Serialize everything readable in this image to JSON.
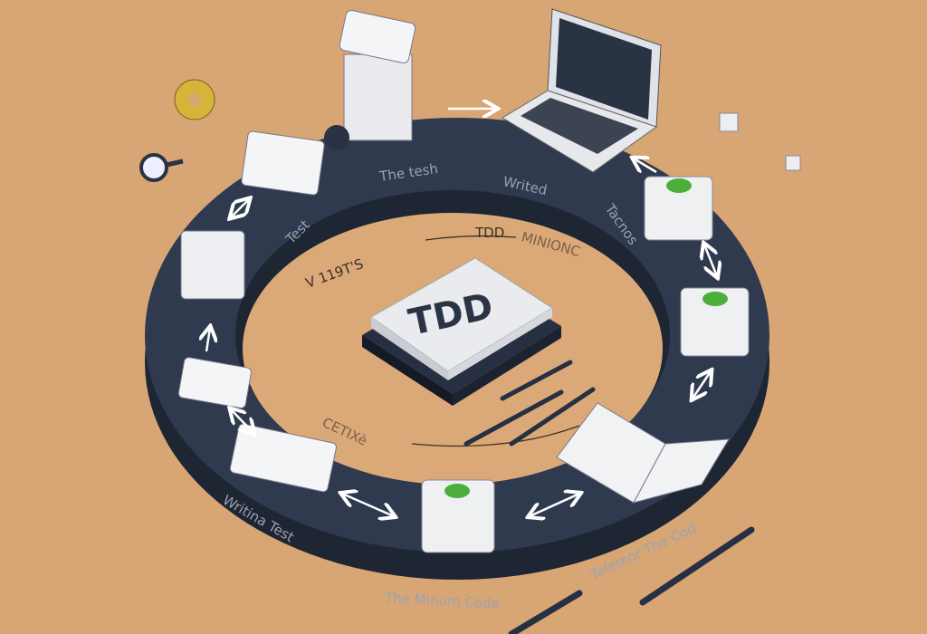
{
  "scene": {
    "center_title": "TDD",
    "inner_texts": [
      "TDD",
      "MINIONC",
      "V 119T'S",
      "CETIXè"
    ],
    "ring_labels": [
      "The tesh",
      "Writed",
      "Test",
      "Tacnos",
      "Writina Test",
      "The Minum Code",
      "Tefemor The Cod"
    ],
    "icons": [
      "laptop-icon",
      "stacked-cards-icon",
      "gear-icon",
      "magnifier-icon",
      "leaf-cube-icon",
      "open-book-icon",
      "notebook-icon",
      "pen-icon",
      "double-arrow-icon"
    ]
  },
  "colors": {
    "background": "#d8a575",
    "ring_top": "#2f3a4f",
    "ring_side": "#1e2533",
    "card": "#f2f3f5",
    "leaf": "#4caf3a"
  }
}
